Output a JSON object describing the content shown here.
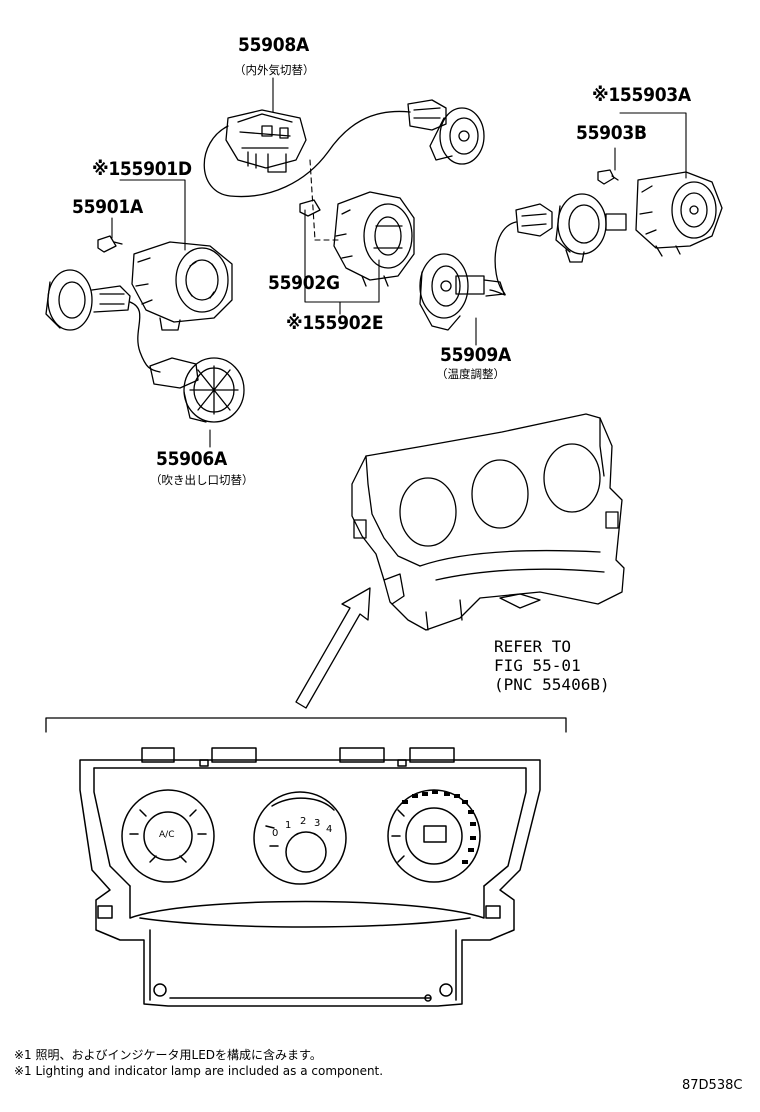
{
  "parts": {
    "p55908A": {
      "pn": "55908A",
      "desc": "（内外気切替）"
    },
    "p55903A": {
      "pn": "※155903A"
    },
    "p55903B": {
      "pn": "55903B"
    },
    "p55901D": {
      "pn": "※155901D"
    },
    "p55901A": {
      "pn": "55901A"
    },
    "p55902G": {
      "pn": "55902G"
    },
    "p55902E": {
      "pn": "※155902E"
    },
    "p55909A": {
      "pn": "55909A",
      "desc": "（温度調整）"
    },
    "p55906A": {
      "pn": "55906A",
      "desc": "（吹き出し口切替）"
    }
  },
  "reference": {
    "line1": "REFER TO",
    "line2": "FIG 55-01",
    "line3": "(PNC 55406B)"
  },
  "panel_labels": {
    "ac_button": "A/C",
    "fan_speeds": [
      "0",
      "1",
      "2",
      "3",
      "4"
    ]
  },
  "notes": {
    "jp": "※1 照明、およびインジケータ用LEDを構成に含みます。",
    "en": "※1 Lighting and indicator lamp are included as a component."
  },
  "figure_code": "87D538C"
}
